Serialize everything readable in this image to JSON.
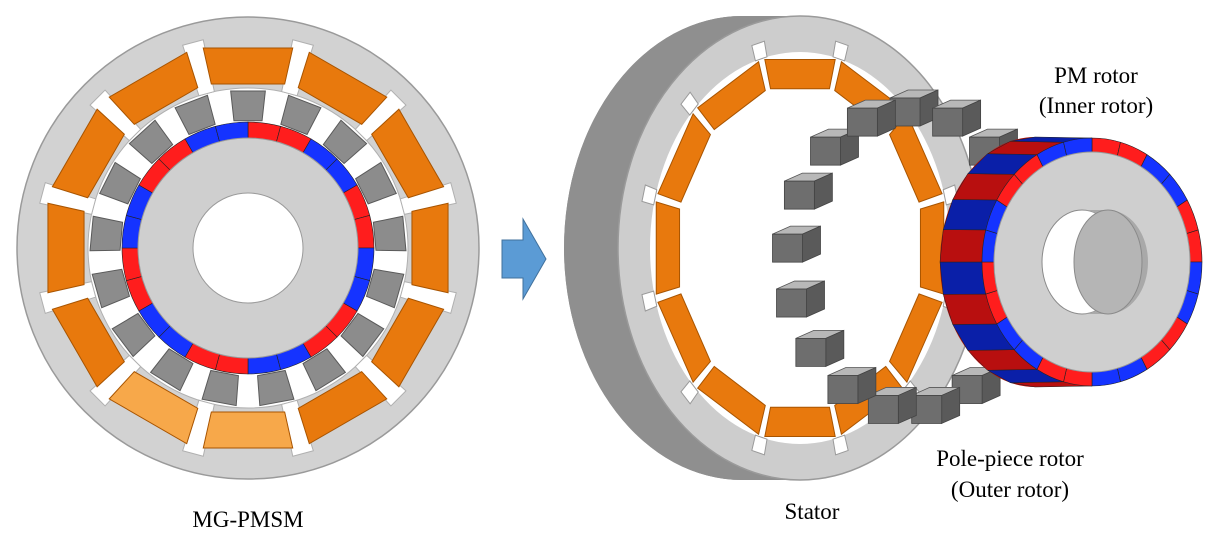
{
  "labels": {
    "left_caption": "MG-PMSM",
    "stator": "Stator",
    "pm_rotor_line1": "PM rotor",
    "pm_rotor_line2": "(Inner rotor)",
    "pole_piece_line1": "Pole-piece rotor",
    "pole_piece_line2": "(Outer rotor)"
  },
  "structure": {
    "stator_slots": 12,
    "pole_pieces": 17,
    "pm_segments": 24
  },
  "colors": {
    "stator_iron": "#d2d2d2",
    "stator_iron_edge": "#9a9a9a",
    "winding": "#e8790d",
    "winding_highlight": "#f7a84a",
    "pole_piece": "#8c8c8c",
    "pole_piece_dark": "#5a5a5a",
    "magnet_north": "#ff1d1d",
    "magnet_south": "#1533ff",
    "magnet_north_side": "#b80f0f",
    "magnet_south_side": "#0a1fa8",
    "arrow": "#5b9bd5"
  }
}
